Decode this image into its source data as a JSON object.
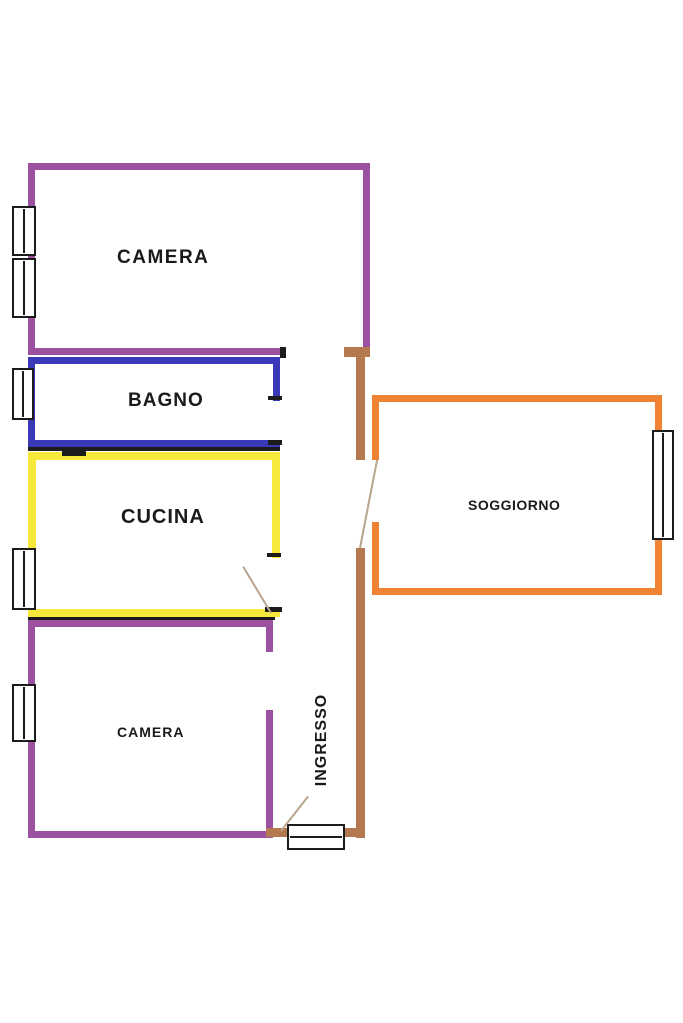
{
  "plan": {
    "type": "apartment-floor-plan",
    "rooms": [
      {
        "id": "camera-top",
        "label": "CAMERA",
        "wall_color": "#9b51a0"
      },
      {
        "id": "bagno",
        "label": "BAGNO",
        "wall_color": "#3a3ab8"
      },
      {
        "id": "cucina",
        "label": "CUCINA",
        "wall_color": "#f7e83a"
      },
      {
        "id": "camera-bottom",
        "label": "CAMERA",
        "wall_color": "#9b51a0"
      },
      {
        "id": "soggiorno",
        "label": "SOGGIORNO",
        "wall_color": "#ef8332"
      },
      {
        "id": "ingresso",
        "label": "INGRESSO",
        "wall_color": "#b5794f"
      }
    ]
  },
  "colors": {
    "purple": "#9b51a0",
    "blue": "#3a3ab8",
    "yellow": "#f7e83a",
    "orange": "#ef8332",
    "brown": "#b5794f",
    "wall": "#1c1c1c",
    "leaf": "#b9a58c"
  }
}
